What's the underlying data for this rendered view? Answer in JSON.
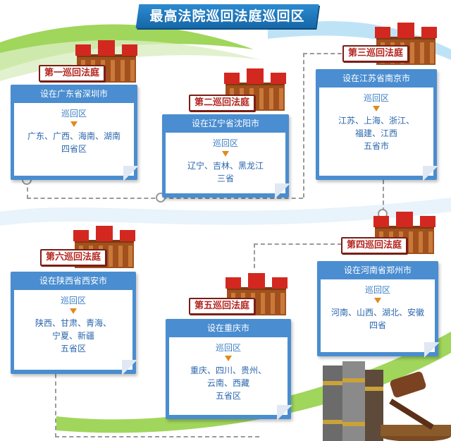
{
  "title": "最高法院巡回法庭巡回区",
  "tribunals": [
    {
      "label": "第一巡回法庭",
      "location": "设在广东省深圳市",
      "region_label": "巡回区",
      "provinces": [
        "广东、广西、海南、湖南",
        "四省区"
      ]
    },
    {
      "label": "第二巡回法庭",
      "location": "设在辽宁省沈阳市",
      "region_label": "巡回区",
      "provinces": [
        "辽宁、吉林、黑龙江",
        "三省"
      ]
    },
    {
      "label": "第三巡回法庭",
      "location": "设在江苏省南京市",
      "region_label": "巡回区",
      "provinces": [
        "江苏、上海、浙江、",
        "福建、江西",
        "五省市"
      ]
    },
    {
      "label": "第四巡回法庭",
      "location": "设在河南省郑州市",
      "region_label": "巡回区",
      "provinces": [
        "河南、山西、湖北、安徽",
        "四省"
      ]
    },
    {
      "label": "第五巡回法庭",
      "location": "设在重庆市",
      "region_label": "巡回区",
      "provinces": [
        "重庆、四川、贵州、",
        "云南、西藏",
        "五省区"
      ]
    },
    {
      "label": "第六巡回法庭",
      "location": "设在陕西省西安市",
      "region_label": "巡回区",
      "provinces": [
        "陕西、甘肃、青海、",
        "宁夏、新疆",
        "五省区"
      ]
    }
  ],
  "colors": {
    "card": "#4a8dd0",
    "title": "#1667a8",
    "label_text": "#b3231c",
    "building": "#c8281e",
    "arrow": "#e08a1e"
  },
  "icons": [
    "court-building-icon",
    "gavel-icon",
    "law-books-icon"
  ]
}
